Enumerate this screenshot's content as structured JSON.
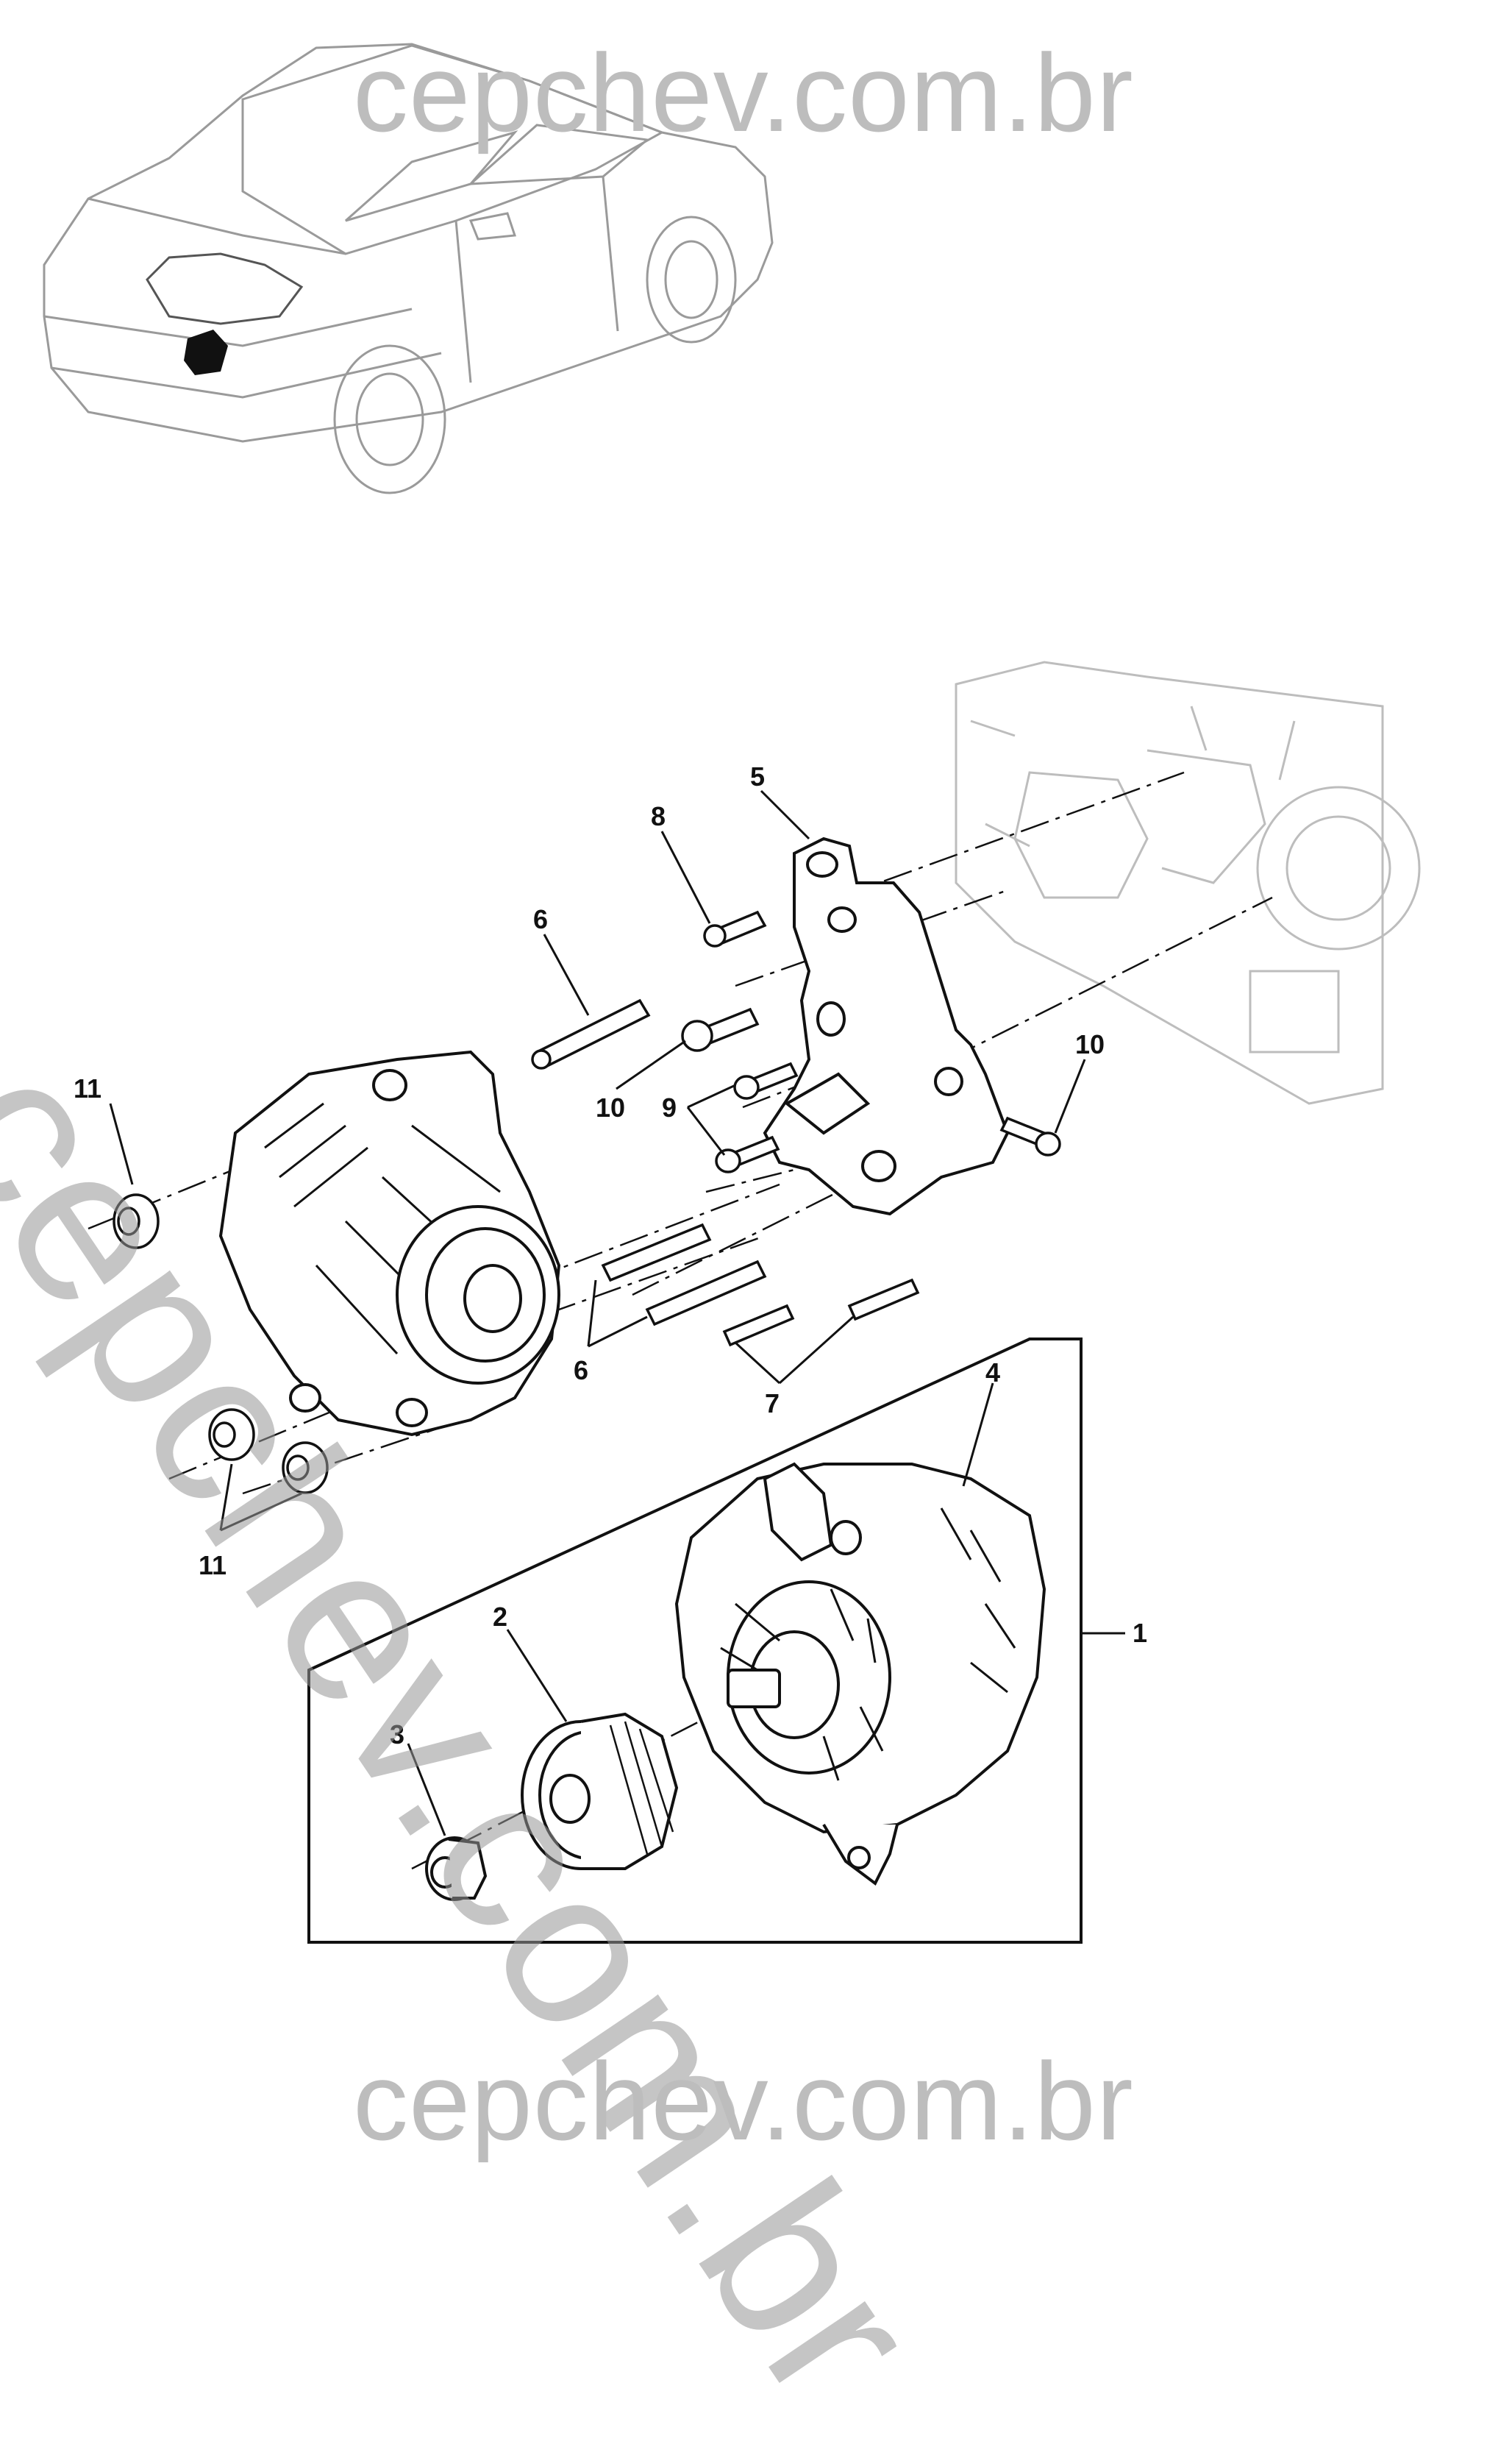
{
  "watermarks": {
    "top": "cepchev.com.br",
    "bottom": "cepchev.com.br",
    "diagonal": "cepchev.com.br"
  },
  "callouts": {
    "c1": "1",
    "c2": "2",
    "c3": "3",
    "c4": "4",
    "c5": "5",
    "c6a": "6",
    "c6b": "6",
    "c7": "7",
    "c8": "8",
    "c9": "9",
    "c10a": "10",
    "c10b": "10",
    "c11a": "11",
    "c11b": "11"
  }
}
